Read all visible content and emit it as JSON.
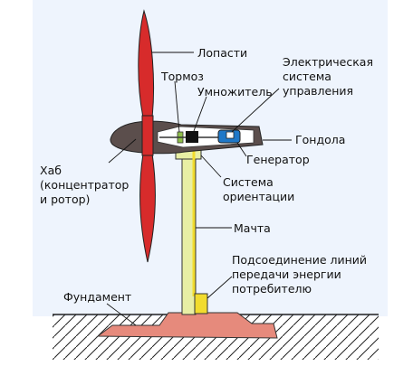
{
  "labels": {
    "blades": "Лопасти",
    "brake": "Тормоз",
    "multiplier": "Умножитель",
    "control_system": "Электрическая\nсистема\nуправления",
    "nacelle": "Гондола",
    "generator": "Генератор",
    "hub": "Хаб\n(концентратор\nи ротор)",
    "yaw_system": "Система\nориентации",
    "mast": "Мачта",
    "grid_connection": "Подсоединение линий\nпередачи энергии\nпотребителю",
    "foundation": "Фундамент"
  },
  "colors": {
    "background_panel": "#eef4fd",
    "blade": "#d72b2b",
    "nacelle": "#5b4e4c",
    "mast": "#e8efa4",
    "foundation": "#e68a7c",
    "generator": "#1f78c8",
    "connector": "#f2dc2e",
    "ground_hatch": "#222222"
  }
}
